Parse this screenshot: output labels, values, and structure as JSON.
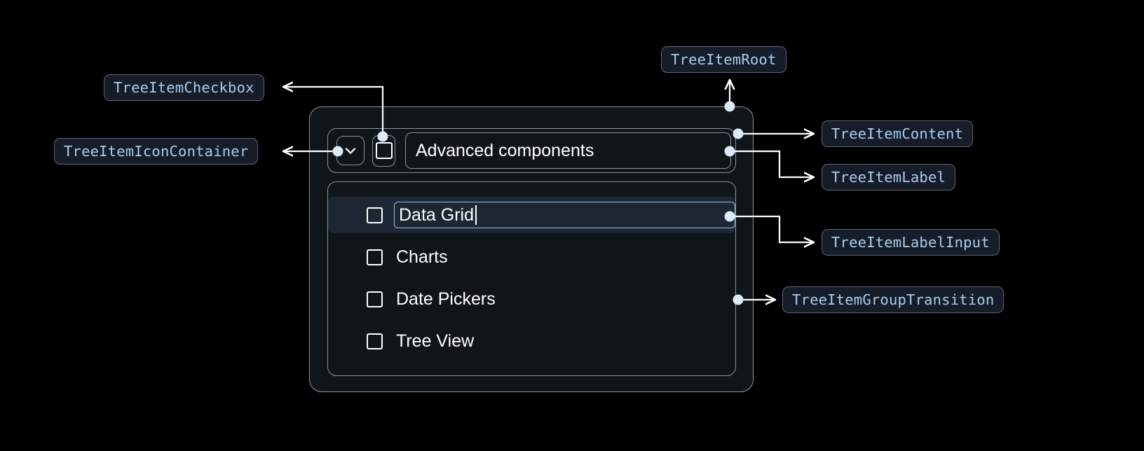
{
  "page": {
    "background": "#000000",
    "accent_blue": "#a8cdf0",
    "input_border": "#90c2ef",
    "card_bg": "#10151a",
    "card_border": "#8d949c",
    "selected_row_bg": "#1d2633",
    "chip_bg": "#161d28",
    "chip_border": "#5a6575"
  },
  "annotations": [
    {
      "id": "tree-item-checkbox",
      "label": "TreeItemCheckbox"
    },
    {
      "id": "tree-item-icon-container",
      "label": "TreeItemIconContainer"
    },
    {
      "id": "tree-item-root",
      "label": "TreeItemRoot"
    },
    {
      "id": "tree-item-content",
      "label": "TreeItemContent"
    },
    {
      "id": "tree-item-label",
      "label": "TreeItemLabel"
    },
    {
      "id": "tree-item-label-input",
      "label": "TreeItemLabelInput"
    },
    {
      "id": "tree-item-group-transition",
      "label": "TreeItemGroupTransition"
    }
  ],
  "tree": {
    "root": {
      "icon": "chevron-down-icon",
      "checkbox_checked": false,
      "label": "Advanced components"
    },
    "children": [
      {
        "label": "Data Grid",
        "checkbox_checked": false,
        "editing": true,
        "input_value": "Data Grid",
        "selected": true
      },
      {
        "label": "Charts",
        "checkbox_checked": false,
        "editing": false,
        "selected": false
      },
      {
        "label": "Date Pickers",
        "checkbox_checked": false,
        "editing": false,
        "selected": false
      },
      {
        "label": "Tree View",
        "checkbox_checked": false,
        "editing": false,
        "selected": false
      }
    ]
  }
}
